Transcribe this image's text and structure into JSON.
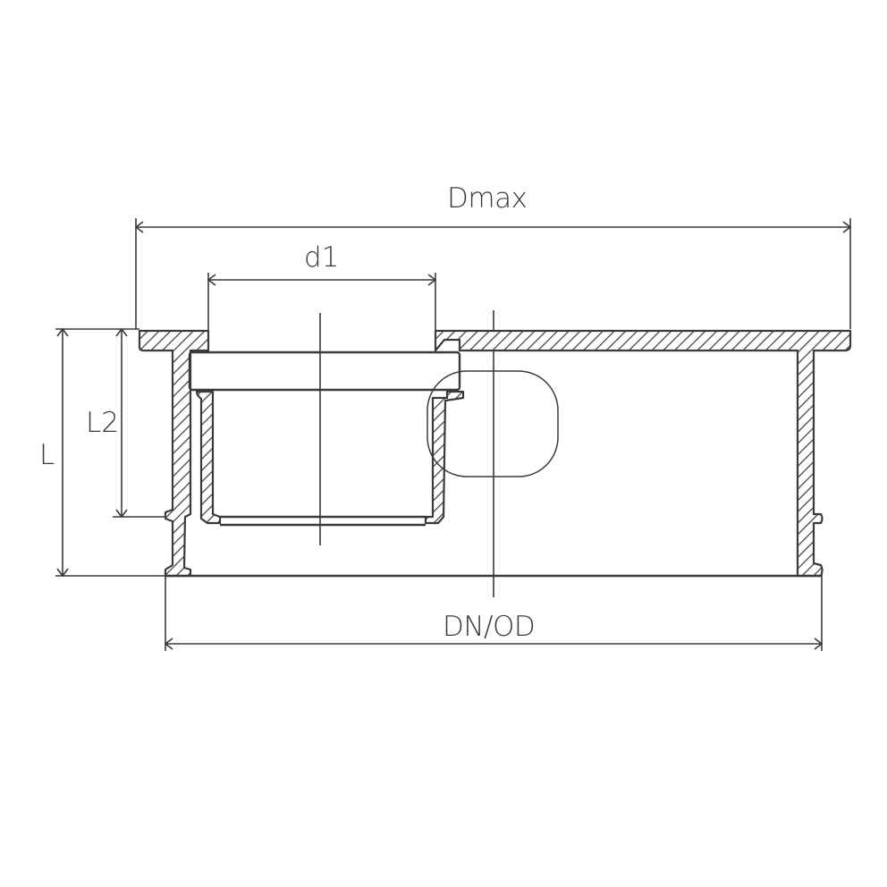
{
  "drawing": {
    "type": "technical cross-section",
    "line_color": "#3a3a3a",
    "background": "#ffffff",
    "dimensions": {
      "dmax": "Dmax",
      "d1": "d1",
      "dn_od": "DN/OD",
      "l2": "L2",
      "l": "L"
    }
  }
}
